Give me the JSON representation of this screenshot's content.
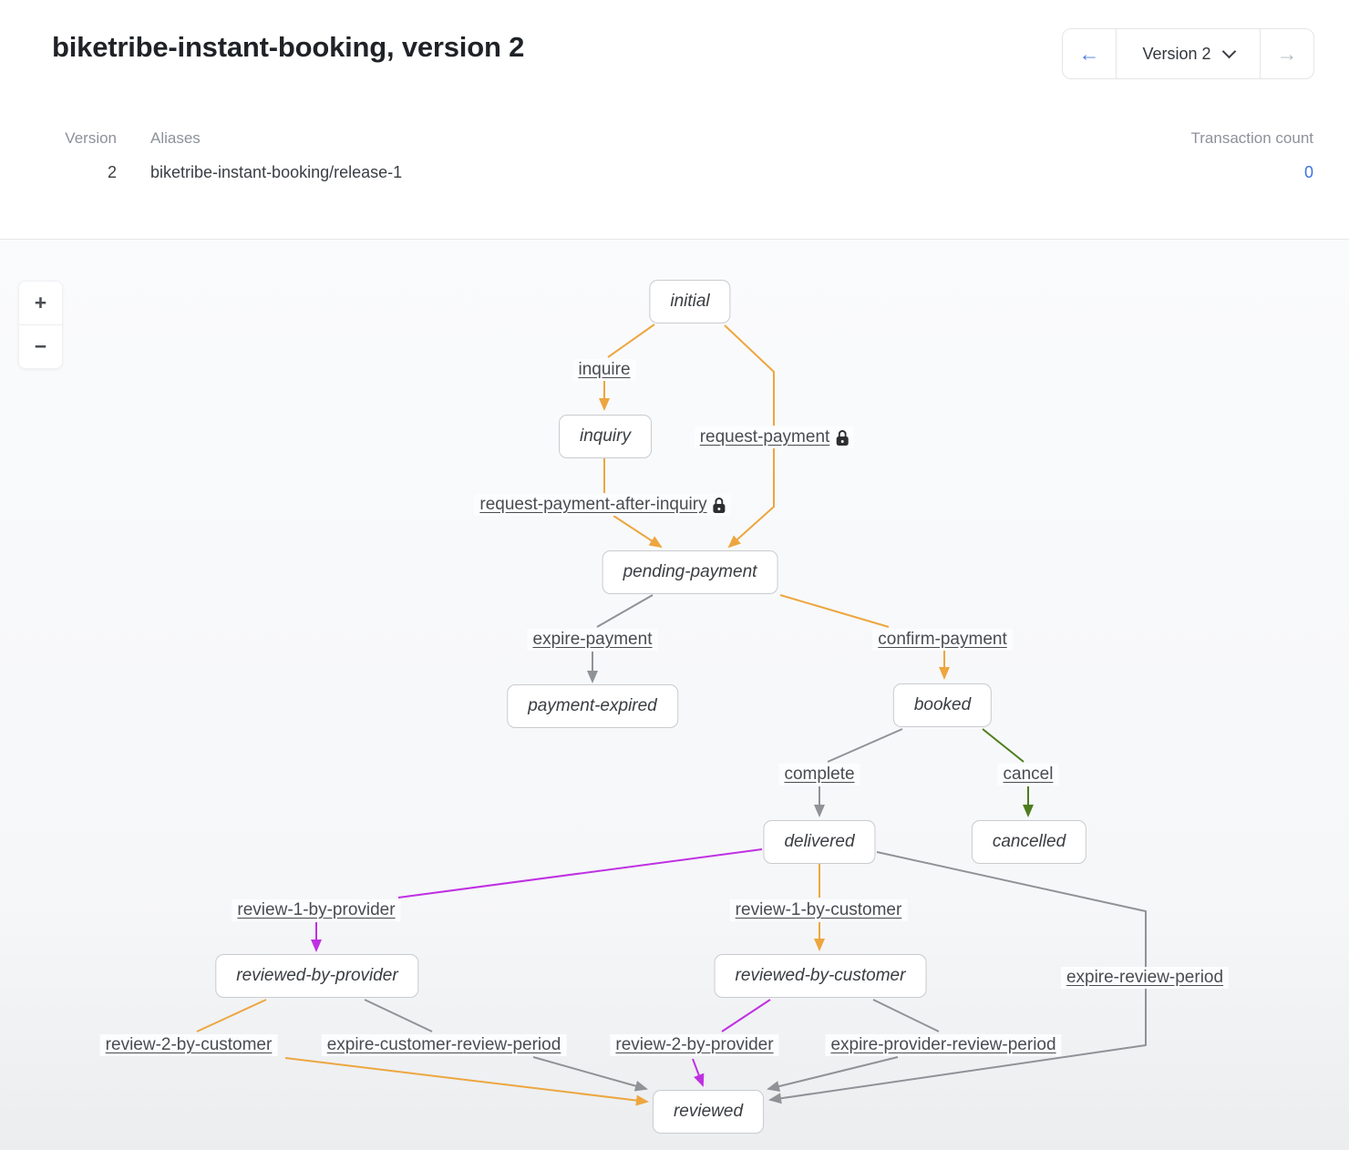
{
  "header": {
    "title": "biketribe-instant-booking, version 2",
    "version_selector": {
      "current": "Version 2"
    }
  },
  "icons": {
    "back_arrow": "←",
    "forward_arrow": "→",
    "zoom_in": "+",
    "zoom_out": "−"
  },
  "meta": {
    "columns": {
      "version": "Version",
      "aliases": "Aliases",
      "transaction_count": "Transaction count"
    },
    "row": {
      "version": "2",
      "alias": "biketribe-instant-booking/release-1",
      "transaction_count": "0"
    }
  },
  "diagram": {
    "colors": {
      "orange": "#eda63f",
      "gray": "#8f9296",
      "green": "#4e7d1e",
      "purple": "#bf30e2",
      "accent_blue": "#4a7de0",
      "link_blue": "#3f72e0",
      "state_border": "#c9cbce"
    },
    "states": [
      {
        "id": "initial",
        "label": "initial"
      },
      {
        "id": "inquiry",
        "label": "inquiry"
      },
      {
        "id": "pending-payment",
        "label": "pending-payment"
      },
      {
        "id": "payment-expired",
        "label": "payment-expired"
      },
      {
        "id": "booked",
        "label": "booked"
      },
      {
        "id": "delivered",
        "label": "delivered"
      },
      {
        "id": "cancelled",
        "label": "cancelled"
      },
      {
        "id": "reviewed-by-provider",
        "label": "reviewed-by-provider"
      },
      {
        "id": "reviewed-by-customer",
        "label": "reviewed-by-customer"
      },
      {
        "id": "reviewed",
        "label": "reviewed"
      }
    ],
    "transitions": [
      {
        "id": "inquire",
        "label": "inquire",
        "locked": false
      },
      {
        "id": "request-payment",
        "label": "request-payment",
        "locked": true
      },
      {
        "id": "request-payment-after-inquiry",
        "label": "request-payment-after-inquiry",
        "locked": true
      },
      {
        "id": "expire-payment",
        "label": "expire-payment",
        "locked": false
      },
      {
        "id": "confirm-payment",
        "label": "confirm-payment",
        "locked": false
      },
      {
        "id": "complete",
        "label": "complete",
        "locked": false
      },
      {
        "id": "cancel",
        "label": "cancel",
        "locked": false
      },
      {
        "id": "review-1-by-provider",
        "label": "review-1-by-provider",
        "locked": false
      },
      {
        "id": "review-1-by-customer",
        "label": "review-1-by-customer",
        "locked": false
      },
      {
        "id": "expire-review-period",
        "label": "expire-review-period",
        "locked": false
      },
      {
        "id": "review-2-by-customer",
        "label": "review-2-by-customer",
        "locked": false
      },
      {
        "id": "expire-customer-review-period",
        "label": "expire-customer-review-period",
        "locked": false
      },
      {
        "id": "review-2-by-provider",
        "label": "review-2-by-provider",
        "locked": false
      },
      {
        "id": "expire-provider-review-period",
        "label": "expire-provider-review-period",
        "locked": false
      }
    ]
  }
}
